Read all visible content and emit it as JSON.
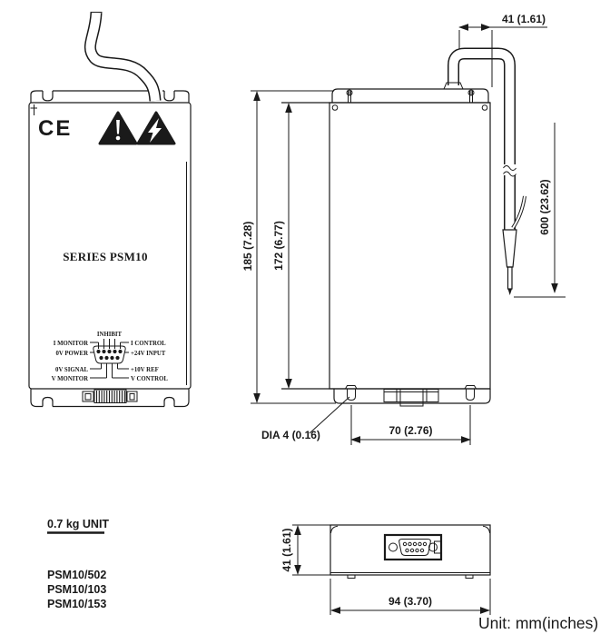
{
  "colors": {
    "ink": "#1a1a1a",
    "paper": "#ffffff"
  },
  "front_view": {
    "ce_mark": "CE",
    "series_label": "SERIES PSM10",
    "pinout": {
      "top": "INHIBIT",
      "left": [
        "I MONITOR",
        "0V POWER",
        "0V SIGNAL",
        "V MONITOR"
      ],
      "right": [
        "I CONTROL",
        "+24V INPUT",
        "+10V REF",
        "V CONTROL"
      ]
    }
  },
  "dimensions": {
    "cable_offset": "41 (1.61)",
    "overall_height": "185 (7.28)",
    "body_height": "172 (6.77)",
    "cable_length": "600 (23.62)",
    "mounting_hole_dia": "DIA 4 (0.16)",
    "hole_spacing": "70 (2.76)",
    "unit_depth": "41 (1.61)",
    "unit_width": "94 (3.70)"
  },
  "spec": {
    "weight": "0.7 kg UNIT",
    "models": [
      "PSM10/502",
      "PSM10/103",
      "PSM10/153"
    ]
  },
  "footer": {
    "unit_note": "Unit: mm(inches)"
  }
}
